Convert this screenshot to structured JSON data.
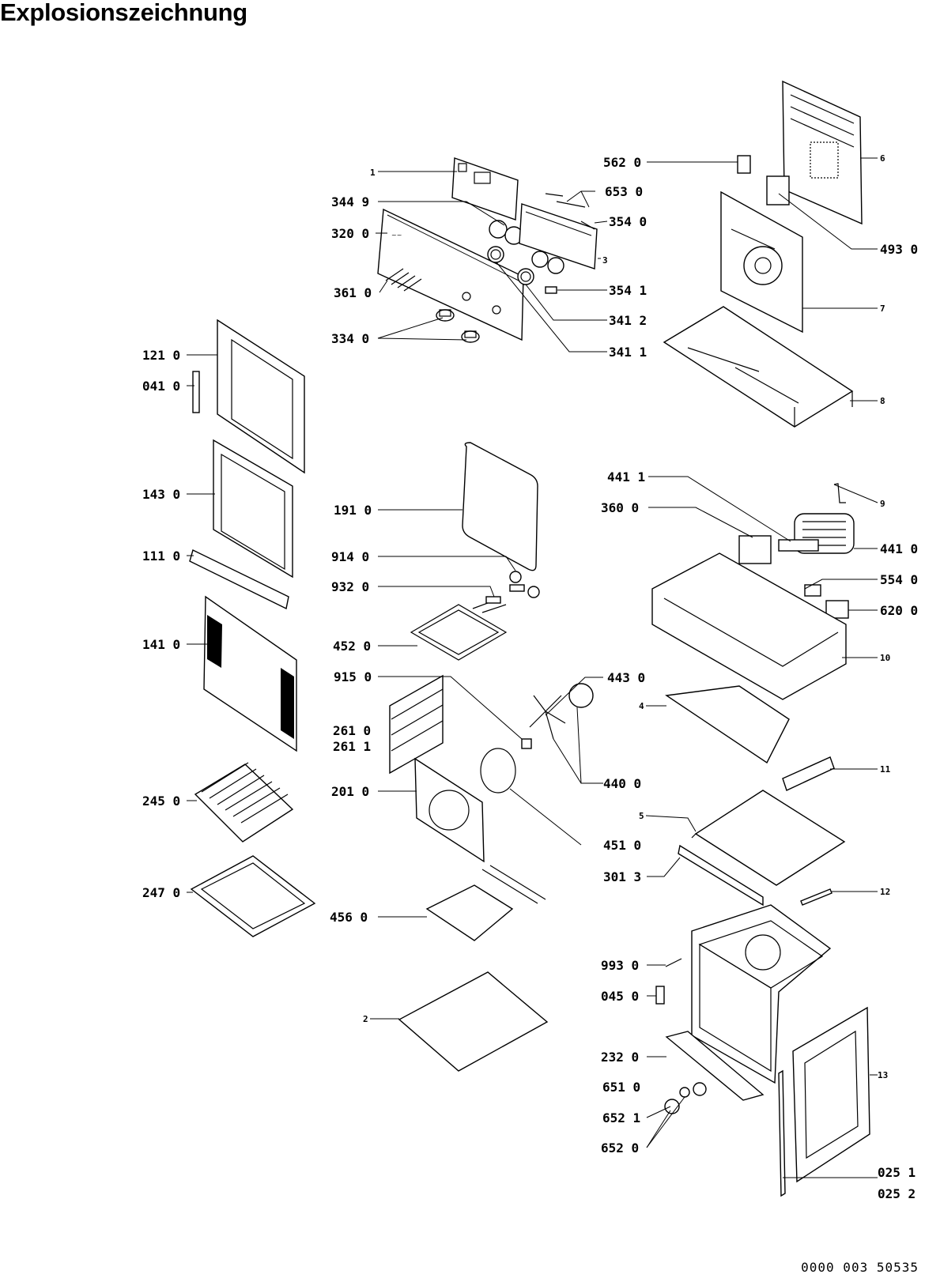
{
  "title": "Explosionszeichnung",
  "doc_number": "0000 003 50535",
  "labels": {
    "p1": "1",
    "p3449": "344 9",
    "p3200": "320 0",
    "p3610": "361 0",
    "p3340": "334 0",
    "p6530": "653 0",
    "p3540": "354 0",
    "p3": "3",
    "p3541": "354 1",
    "p3412": "341 2",
    "p3411": "341 1",
    "p5620": "562 0",
    "p6": "6",
    "p4930": "493 0",
    "p7": "7",
    "p8": "8",
    "p1210": "121 0",
    "p0410": "041 0",
    "p1430": "143 0",
    "p1110": "111 0",
    "p1410": "141 0",
    "p2450": "245 0",
    "p2470": "247 0",
    "p1910": "191 0",
    "p9140": "914 0",
    "p9320": "932 0",
    "p4520": "452 0",
    "p9150": "915 0",
    "p2610": "261 0",
    "p2611": "261 1",
    "p2010": "201 0",
    "p4560": "456 0",
    "p2": "2",
    "p4430": "443 0",
    "p4400": "440 0",
    "p4510": "451 0",
    "p4411": "441 1",
    "p3600": "360 0",
    "p9": "9",
    "p4410": "441 0",
    "p5540": "554 0",
    "p6200": "620 0",
    "p10": "10",
    "p4": "4",
    "p11": "11",
    "p5": "5",
    "p3013": "301 3",
    "p12": "12",
    "p9930": "993 0",
    "p0450": "045 0",
    "p2320": "232 0",
    "p6510": "651 0",
    "p6521": "652 1",
    "p6520": "652 0",
    "p13": "13",
    "p0251": "025 1",
    "p0252": "025 2"
  }
}
